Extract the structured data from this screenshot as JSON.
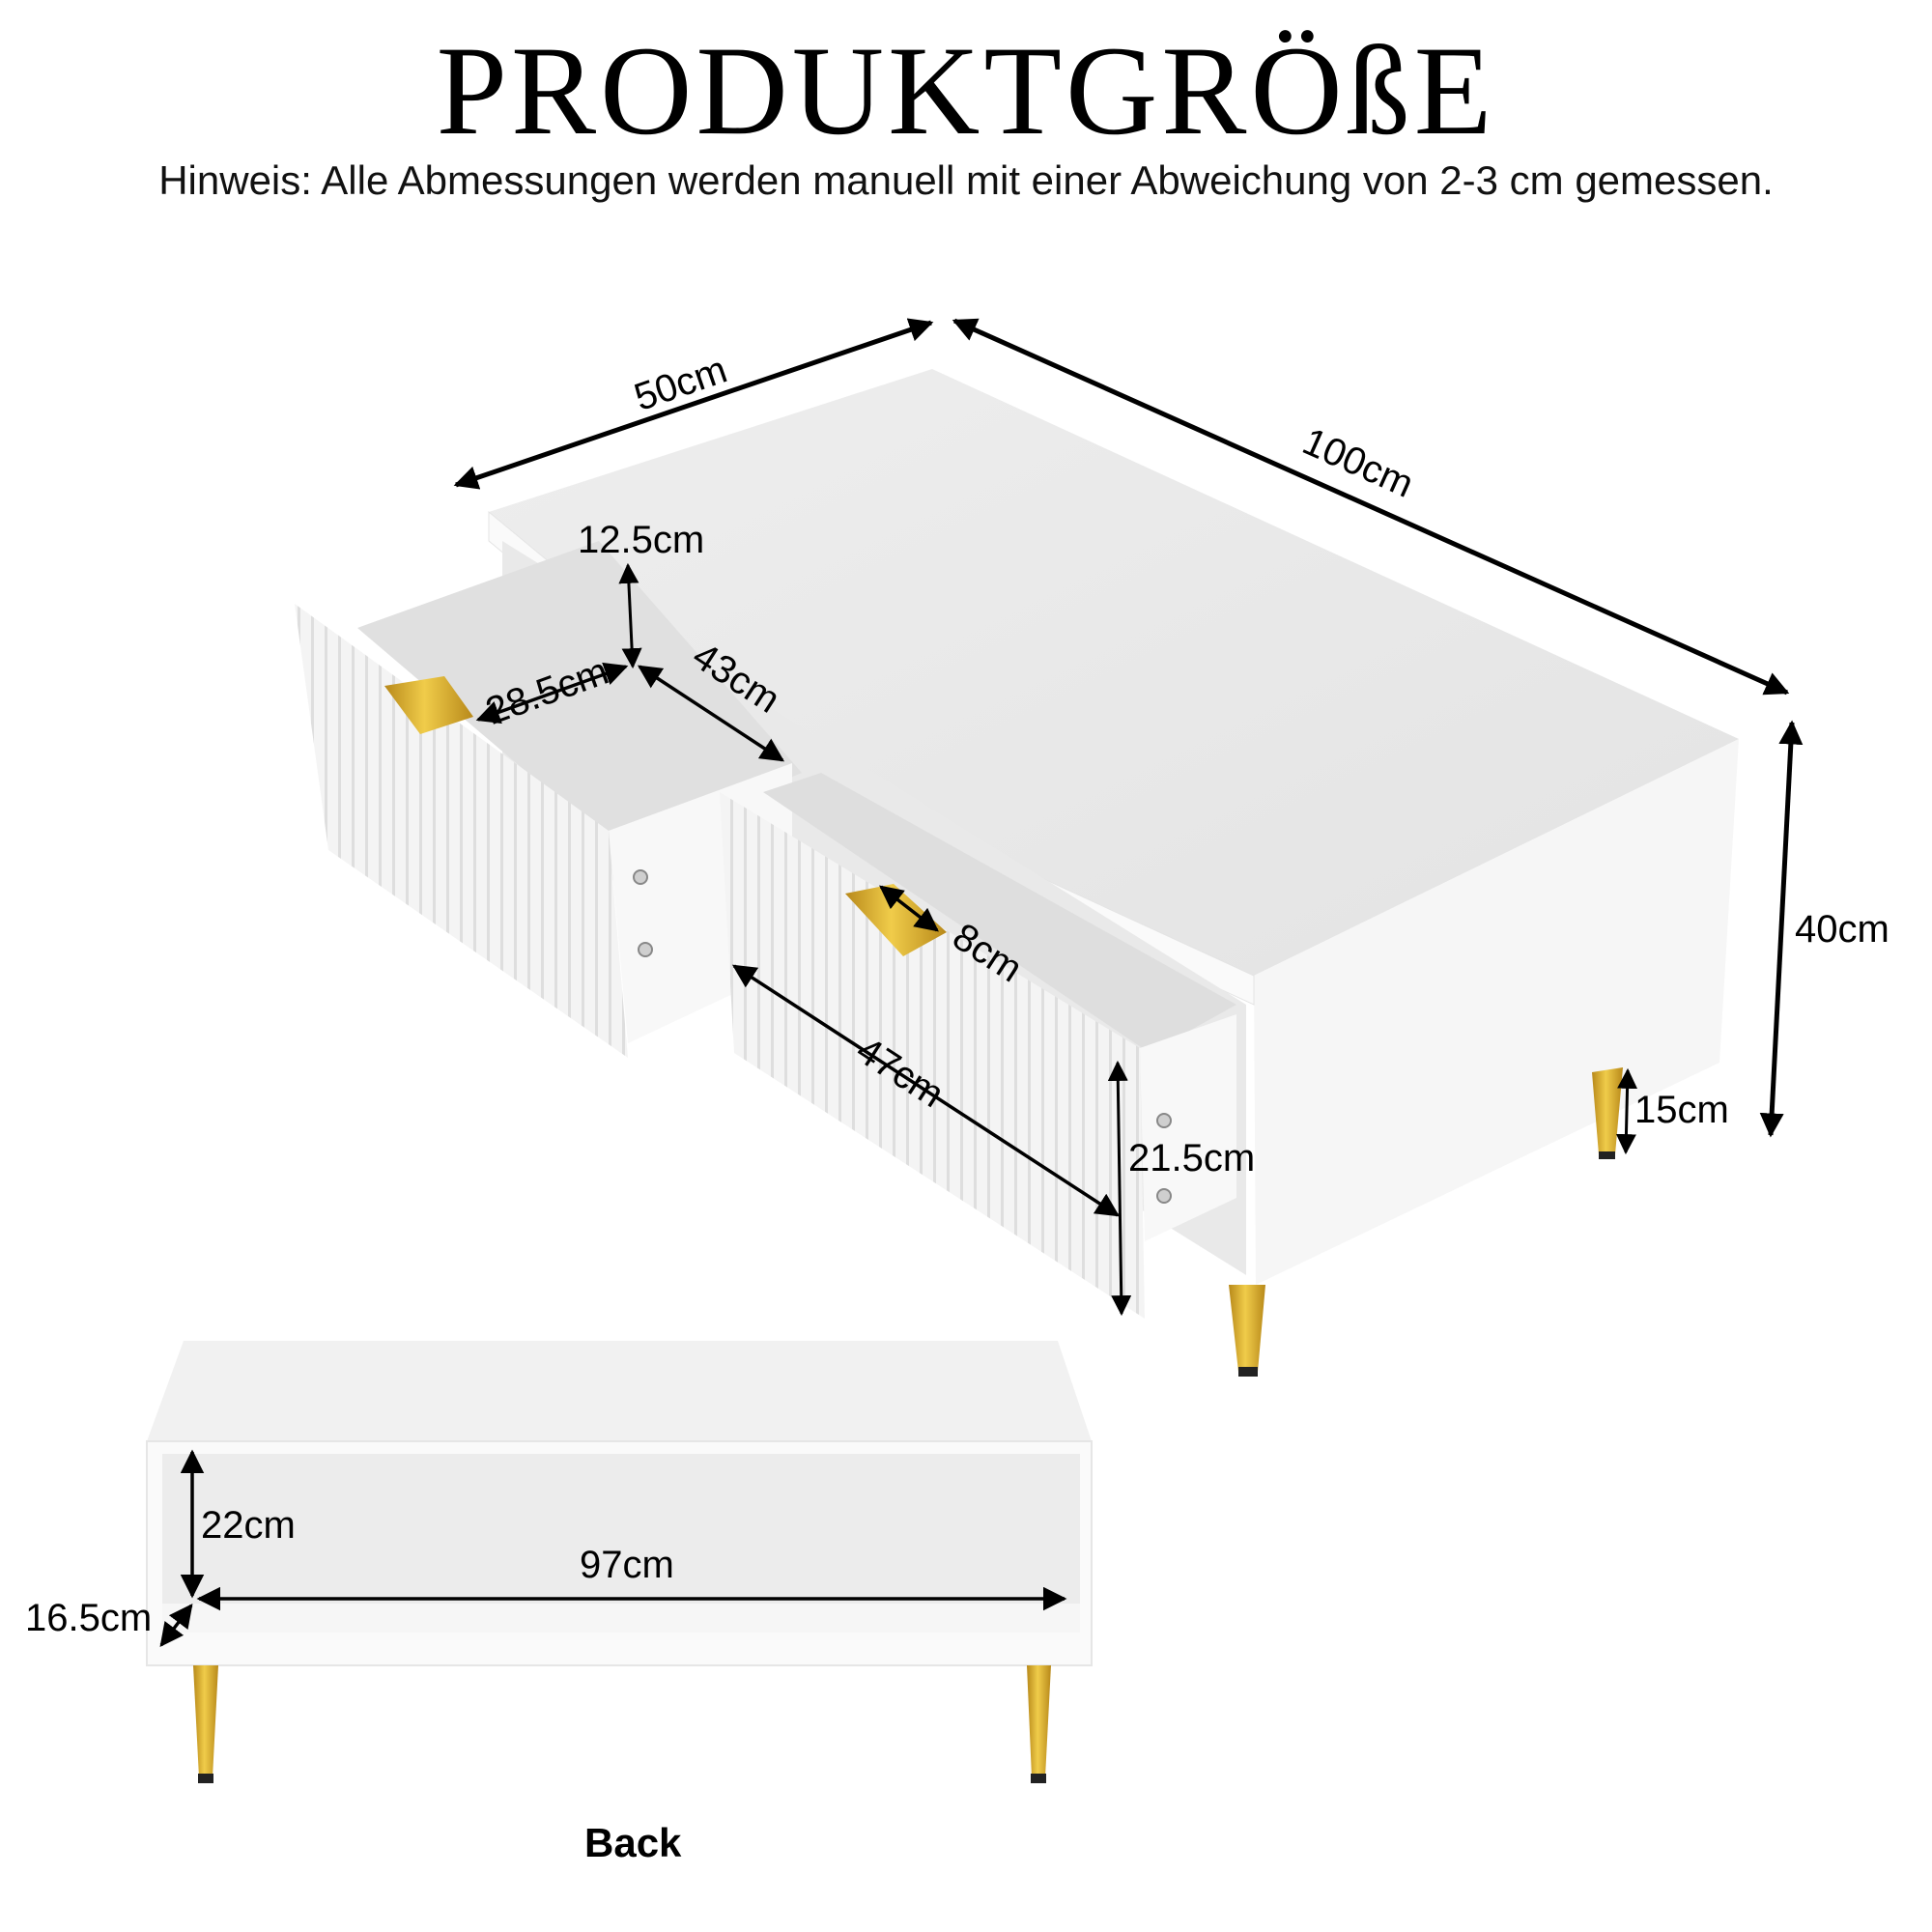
{
  "header": {
    "title": "PRODUKTGRÖßE",
    "note": "Hinweis: Alle Abmessungen werden manuell mit einer Abweichung von 2-3 cm gemessen."
  },
  "main_view": {
    "dimensions": {
      "depth": "50cm",
      "length": "100cm",
      "height": "40cm",
      "leg_height": "15cm",
      "shelf_gap": "12.5cm",
      "drawer_inner_width": "28.5cm",
      "drawer_inner_depth": "43cm",
      "handle_width": "8cm",
      "drawer_front_width": "47cm",
      "drawer_front_height": "21.5cm"
    }
  },
  "back_view": {
    "label": "Back",
    "dimensions": {
      "opening_height": "22cm",
      "opening_width": "97cm",
      "opening_depth": "16.5cm"
    }
  },
  "colors": {
    "furniture_white": "#f2f2f2",
    "shadow_grey": "#dcdcdc",
    "gold_accent": "#d4a82a",
    "arrow_black": "#000000"
  }
}
